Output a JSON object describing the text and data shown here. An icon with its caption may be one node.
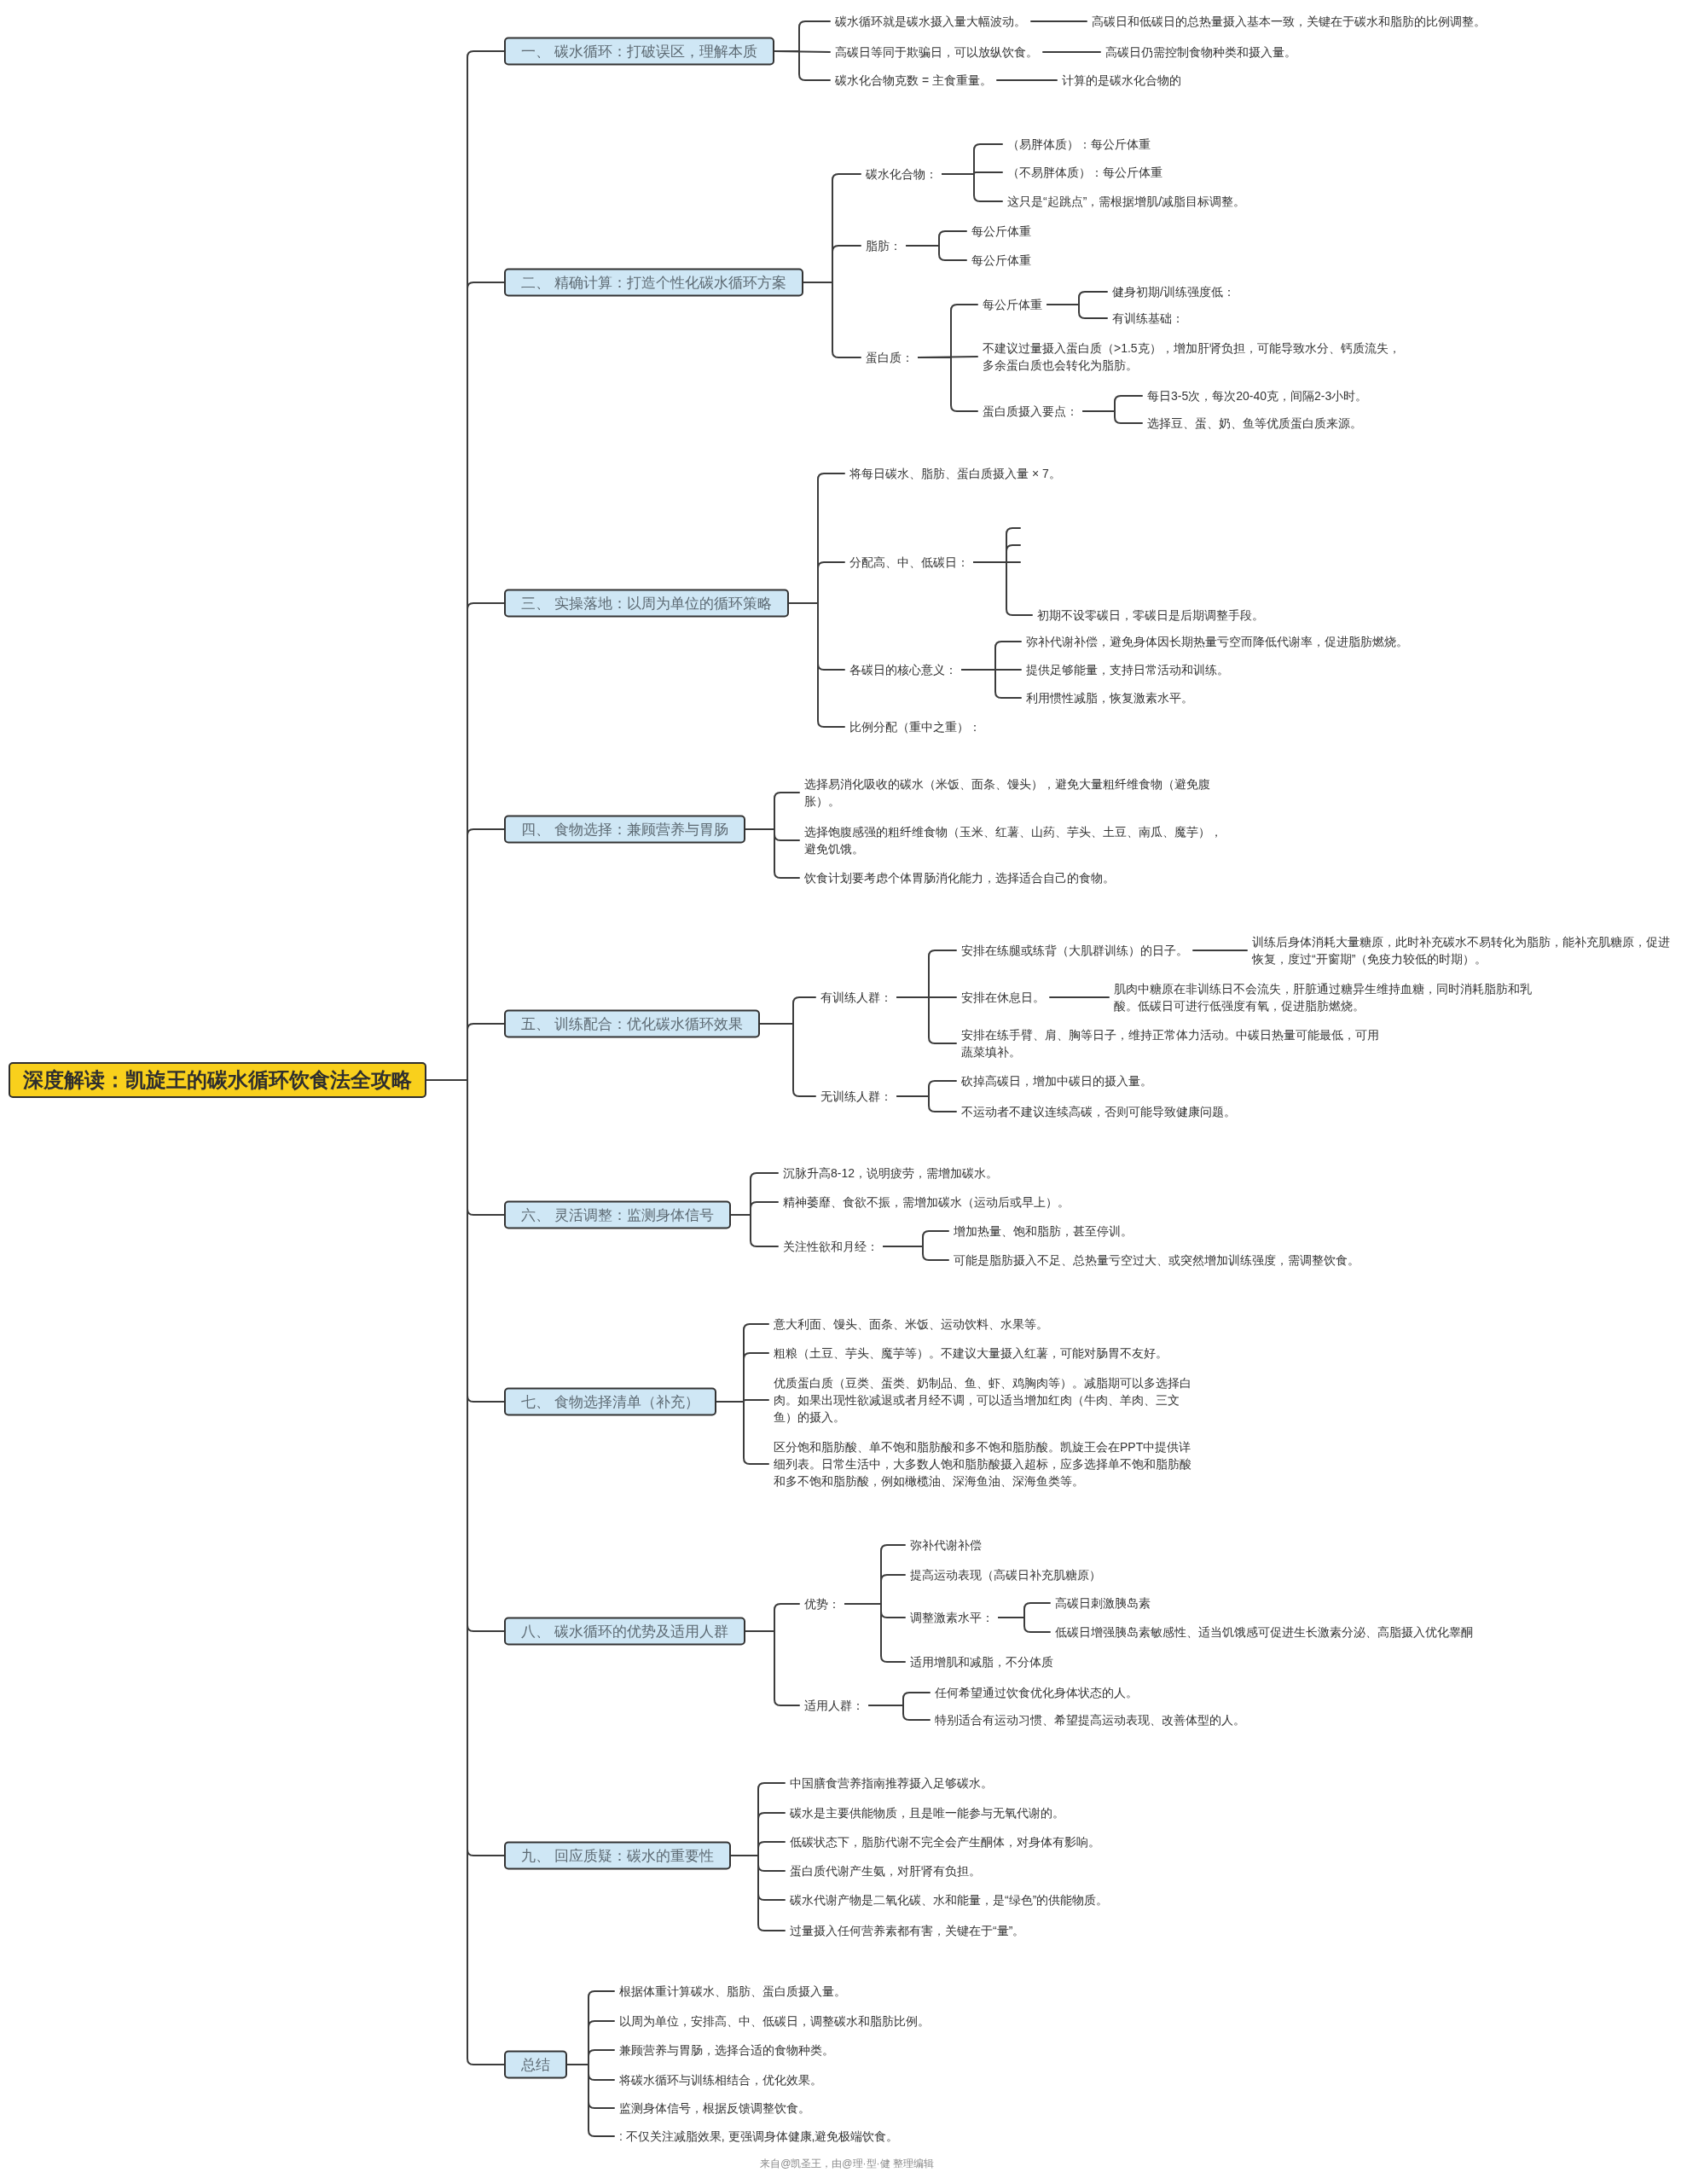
{
  "diagram": {
    "nodes": [
      {
        "text": [
          "深度解读：凯旋王的碳水循环饮食法全攻略"
        ]
      },
      {
        "text": [
          "一、 碳水循环：打破误区，理解本质"
        ]
      },
      {
        "text": [
          "碳水循环就是碳水摄入量大幅波动。"
        ]
      },
      {
        "text": [
          "高碳日和低碳日的总热量摄入基本一致，关键在于碳水和脂肪的比例调整。"
        ]
      },
      {
        "text": [
          "高碳日等同于欺骗日，可以放纵饮食。"
        ]
      },
      {
        "text": [
          "高碳日仍需控制食物种类和摄入量。"
        ]
      },
      {
        "text": [
          "碳水化合物克数 = 主食重量。"
        ]
      },
      {
        "text": [
          "计算的是碳水化合物的"
        ]
      },
      {
        "text": [
          "二、 精确计算：打造个性化碳水循环方案"
        ]
      },
      {
        "text": [
          "碳水化合物："
        ]
      },
      {
        "text": [
          "（易胖体质）：每公斤体重"
        ]
      },
      {
        "text": [
          "（不易胖体质）：每公斤体重"
        ]
      },
      {
        "text": [
          "这只是“起跳点”，需根据增肌/减脂目标调整。"
        ]
      },
      {
        "text": [
          "脂肪："
        ]
      },
      {
        "text": [
          "每公斤体重"
        ]
      },
      {
        "text": [
          "每公斤体重"
        ]
      },
      {
        "text": [
          "蛋白质："
        ]
      },
      {
        "text": [
          "每公斤体重"
        ]
      },
      {
        "text": [
          "健身初期/训练强度低："
        ]
      },
      {
        "text": [
          "有训练基础："
        ]
      },
      {
        "text": [
          "不建议过量摄入蛋白质（>1.5克），增加肝肾负担，可能导致水分、钙质流失，多余蛋白质也会转化为脂肪。"
        ]
      },
      {
        "text": [
          "蛋白质摄入要点："
        ]
      },
      {
        "text": [
          "每日3-5次，每次20-40克，间隔2-3小时。"
        ]
      },
      {
        "text": [
          "选择豆、蛋、奶、鱼等优质蛋白质来源。"
        ]
      },
      {
        "text": [
          "三、 实操落地：以周为单位的循环策略"
        ]
      },
      {
        "text": [
          "将每日碳水、脂肪、蛋白质摄入量 × 7。"
        ]
      },
      {
        "text": [
          "分配高、中、低碳日："
        ]
      },
      {
        "text": [
          "初期不设零碳日，零碳日是后期调整手段。"
        ]
      },
      {
        "text": [
          "各碳日的核心意义："
        ]
      },
      {
        "text": [
          "弥补代谢补偿，避免身体因长期热量亏空而降低代谢率，促进脂肪燃烧。"
        ]
      },
      {
        "text": [
          "提供足够能量，支持日常活动和训练。"
        ]
      },
      {
        "text": [
          "利用惯性减脂，恢复激素水平。"
        ]
      },
      {
        "text": [
          "比例分配（重中之重）："
        ]
      },
      {
        "text": [
          "四、 食物选择：兼顾营养与胃肠"
        ]
      },
      {
        "text": [
          "选择易消化吸收的碳水（米饭、面条、馒头），避免大量粗纤维食物（避免腹胀）。"
        ]
      },
      {
        "text": [
          "选择饱腹感强的粗纤维食物（玉米、红薯、山药、芋头、土豆、南瓜、魔芋），避免饥饿。"
        ]
      },
      {
        "text": [
          "饮食计划要考虑个体胃肠消化能力，选择适合自己的食物。"
        ]
      },
      {
        "text": [
          "五、 训练配合：优化碳水循环效果"
        ]
      },
      {
        "text": [
          "有训练人群："
        ]
      },
      {
        "text": [
          "安排在练腿或练背（大肌群训练）的日子。"
        ]
      },
      {
        "text": [
          "训练后身体消耗大量糖原，此时补充碳水不易转化为脂肪，能补充肌糖原，促进恢复，度过“开窗期”（免疫力较低的时期）。"
        ]
      },
      {
        "text": [
          "安排在休息日。"
        ]
      },
      {
        "text": [
          "肌肉中糖原在非训练日不会流失，肝脏通过糖异生维持血糖，同时消耗脂肪和乳酸。低碳日可进行低强度有氧，促进脂肪燃烧。"
        ]
      },
      {
        "text": [
          "安排在练手臂、肩、胸等日子，维持正常体力活动。中碳日热量可能最低，可用蔬菜填补。"
        ]
      },
      {
        "text": [
          "无训练人群："
        ]
      },
      {
        "text": [
          "砍掉高碳日，增加中碳日的摄入量。"
        ]
      },
      {
        "text": [
          "不运动者不建议连续高碳，否则可能导致健康问题。"
        ]
      },
      {
        "text": [
          "六、 灵活调整：监测身体信号"
        ]
      },
      {
        "text": [
          "沉脉升高8-12，说明疲劳，需增加碳水。"
        ]
      },
      {
        "text": [
          "精神萎靡、食欲不振，需增加碳水（运动后或早上）。"
        ]
      },
      {
        "text": [
          "关注性欲和月经："
        ]
      },
      {
        "text": [
          "增加热量、饱和脂肪，甚至停训。"
        ]
      },
      {
        "text": [
          "可能是脂肪摄入不足、总热量亏空过大、或突然增加训练强度，需调整饮食。"
        ]
      },
      {
        "text": [
          "七、 食物选择清单（补充）"
        ]
      },
      {
        "text": [
          "意大利面、馒头、面条、米饭、运动饮料、水果等。"
        ]
      },
      {
        "text": [
          "粗粮（土豆、芋头、魔芋等）。不建议大量摄入红薯，可能对肠胃不友好。"
        ]
      },
      {
        "text": [
          "优质蛋白质（豆类、蛋类、奶制品、鱼、虾、鸡胸肉等）。减脂期可以多选择白肉。如果出现性欲减退或者月经不调，可以适当增加红肉（牛肉、羊肉、三文鱼）的摄入。"
        ]
      },
      {
        "text": [
          "区分饱和脂肪酸、单不饱和脂肪酸和多不饱和脂肪酸。凯旋王会在PPT中提供详细列表。日常生活中，大多数人饱和脂肪酸摄入超标，应多选择单不饱和脂肪酸和多不饱和脂肪酸，例如橄榄油、深海鱼油、深海鱼类等。"
        ]
      },
      {
        "text": [
          "八、 碳水循环的优势及适用人群"
        ]
      },
      {
        "text": [
          "优势："
        ]
      },
      {
        "text": [
          "弥补代谢补偿"
        ]
      },
      {
        "text": [
          "提高运动表现（高碳日补充肌糖原）"
        ]
      },
      {
        "text": [
          "调整激素水平："
        ]
      },
      {
        "text": [
          "高碳日刺激胰岛素"
        ]
      },
      {
        "text": [
          "低碳日增强胰岛素敏感性、适当饥饿感可促进生长激素分泌、高脂摄入优化睾酮"
        ]
      },
      {
        "text": [
          "适用增肌和减脂，不分体质"
        ]
      },
      {
        "text": [
          "适用人群："
        ]
      },
      {
        "text": [
          "任何希望通过饮食优化身体状态的人。"
        ]
      },
      {
        "text": [
          "特别适合有运动习惯、希望提高运动表现、改善体型的人。"
        ]
      },
      {
        "text": [
          "九、 回应质疑：碳水的重要性"
        ]
      },
      {
        "text": [
          "中国膳食营养指南推荐摄入足够碳水。"
        ]
      },
      {
        "text": [
          "碳水是主要供能物质，且是唯一能参与无氧代谢的。"
        ]
      },
      {
        "text": [
          "低碳状态下，脂肪代谢不完全会产生酮体，对身体有影响。"
        ]
      },
      {
        "text": [
          "蛋白质代谢产生氨，对肝肾有负担。"
        ]
      },
      {
        "text": [
          "碳水代谢产物是二氧化碳、水和能量，是“绿色”的供能物质。"
        ]
      },
      {
        "text": [
          "过量摄入任何营养素都有害，关键在于“量”。"
        ]
      },
      {
        "text": [
          "总结"
        ]
      },
      {
        "text": [
          "根据体重计算碳水、脂肪、蛋白质摄入量。"
        ]
      },
      {
        "text": [
          "以周为单位，安排高、中、低碳日，调整碳水和脂肪比例。"
        ]
      },
      {
        "text": [
          "兼顾营养与胃肠，选择合适的食物种类。"
        ]
      },
      {
        "text": [
          "将碳水循环与训练相结合，优化效果。"
        ]
      },
      {
        "text": [
          "监测身体信号，根据反馈调整饮食。"
        ]
      },
      {
        "text": [
          ": 不仅关注减脂效果, 更强调身体健康,避免极端饮食。"
        ]
      }
    ],
    "edges": [
      {
        "from": 0,
        "to": 1,
        "arrow": "none"
      },
      {
        "from": 0,
        "to": 8,
        "arrow": "none"
      },
      {
        "from": 0,
        "to": 24,
        "arrow": "none"
      },
      {
        "from": 0,
        "to": 33,
        "arrow": "none"
      },
      {
        "from": 0,
        "to": 37,
        "arrow": "none"
      },
      {
        "from": 0,
        "to": 47,
        "arrow": "none"
      },
      {
        "from": 0,
        "to": 53,
        "arrow": "none"
      },
      {
        "from": 0,
        "to": 58,
        "arrow": "none"
      },
      {
        "from": 0,
        "to": 69,
        "arrow": "none"
      },
      {
        "from": 0,
        "to": 76,
        "arrow": "none"
      },
      {
        "from": 1,
        "to": 2,
        "arrow": "none"
      },
      {
        "from": 2,
        "to": 3,
        "arrow": "none"
      },
      {
        "from": 1,
        "to": 4,
        "arrow": "none"
      },
      {
        "from": 4,
        "to": 5,
        "arrow": "none"
      },
      {
        "from": 1,
        "to": 6,
        "arrow": "none"
      },
      {
        "from": 6,
        "to": 7,
        "arrow": "none"
      },
      {
        "from": 8,
        "to": 9,
        "arrow": "none"
      },
      {
        "from": 9,
        "to": 10,
        "arrow": "none"
      },
      {
        "from": 9,
        "to": 11,
        "arrow": "none"
      },
      {
        "from": 9,
        "to": 12,
        "arrow": "none"
      },
      {
        "from": 8,
        "to": 13,
        "arrow": "none"
      },
      {
        "from": 13,
        "to": 14,
        "arrow": "none"
      },
      {
        "from": 13,
        "to": 15,
        "arrow": "none"
      },
      {
        "from": 8,
        "to": 16,
        "arrow": "none"
      },
      {
        "from": 16,
        "to": 17,
        "arrow": "none"
      },
      {
        "from": 17,
        "to": 18,
        "arrow": "none"
      },
      {
        "from": 17,
        "to": 19,
        "arrow": "none"
      },
      {
        "from": 16,
        "to": 20,
        "arrow": "none"
      },
      {
        "from": 16,
        "to": 21,
        "arrow": "none"
      },
      {
        "from": 21,
        "to": 22,
        "arrow": "none"
      },
      {
        "from": 21,
        "to": 23,
        "arrow": "none"
      },
      {
        "from": 24,
        "to": 25,
        "arrow": "none"
      },
      {
        "from": 24,
        "to": 26,
        "arrow": "none"
      },
      {
        "from": 26,
        "to": null,
        "arrow": "none"
      },
      {
        "from": 26,
        "to": null,
        "arrow": "none"
      },
      {
        "from": 26,
        "to": null,
        "arrow": "none"
      },
      {
        "from": 26,
        "to": 27,
        "arrow": "none"
      },
      {
        "from": 24,
        "to": 28,
        "arrow": "none"
      },
      {
        "from": 28,
        "to": 29,
        "arrow": "none"
      },
      {
        "from": 28,
        "to": 30,
        "arrow": "none"
      },
      {
        "from": 28,
        "to": 31,
        "arrow": "none"
      },
      {
        "from": 24,
        "to": 32,
        "arrow": "none"
      },
      {
        "from": 33,
        "to": 34,
        "arrow": "none"
      },
      {
        "from": 33,
        "to": 35,
        "arrow": "none"
      },
      {
        "from": 33,
        "to": 36,
        "arrow": "none"
      },
      {
        "from": 37,
        "to": 38,
        "arrow": "none"
      },
      {
        "from": 38,
        "to": 39,
        "arrow": "none"
      },
      {
        "from": 39,
        "to": 40,
        "arrow": "none"
      },
      {
        "from": 38,
        "to": 41,
        "arrow": "none"
      },
      {
        "from": 41,
        "to": 42,
        "arrow": "none"
      },
      {
        "from": 38,
        "to": 43,
        "arrow": "none"
      },
      {
        "from": 37,
        "to": 44,
        "arrow": "none"
      },
      {
        "from": 44,
        "to": 45,
        "arrow": "none"
      },
      {
        "from": 44,
        "to": 46,
        "arrow": "none"
      },
      {
        "from": 47,
        "to": 48,
        "arrow": "none"
      },
      {
        "from": 47,
        "to": 49,
        "arrow": "none"
      },
      {
        "from": 47,
        "to": 50,
        "arrow": "none"
      },
      {
        "from": 50,
        "to": 51,
        "arrow": "none"
      },
      {
        "from": 50,
        "to": 52,
        "arrow": "none"
      },
      {
        "from": 53,
        "to": 54,
        "arrow": "none"
      },
      {
        "from": 53,
        "to": 55,
        "arrow": "none"
      },
      {
        "from": 53,
        "to": 56,
        "arrow": "none"
      },
      {
        "from": 53,
        "to": 57,
        "arrow": "none"
      },
      {
        "from": 58,
        "to": 59,
        "arrow": "none"
      },
      {
        "from": 59,
        "to": 60,
        "arrow": "none"
      },
      {
        "from": 59,
        "to": 61,
        "arrow": "none"
      },
      {
        "from": 59,
        "to": 62,
        "arrow": "none"
      },
      {
        "from": 62,
        "to": 63,
        "arrow": "none"
      },
      {
        "from": 62,
        "to": 64,
        "arrow": "none"
      },
      {
        "from": 59,
        "to": 65,
        "arrow": "none"
      },
      {
        "from": 58,
        "to": 66,
        "arrow": "none"
      },
      {
        "from": 66,
        "to": 67,
        "arrow": "none"
      },
      {
        "from": 66,
        "to": 68,
        "arrow": "none"
      },
      {
        "from": 69,
        "to": 70,
        "arrow": "none"
      },
      {
        "from": 69,
        "to": 71,
        "arrow": "none"
      },
      {
        "from": 69,
        "to": 72,
        "arrow": "none"
      },
      {
        "from": 69,
        "to": 73,
        "arrow": "none"
      },
      {
        "from": 69,
        "to": 74,
        "arrow": "none"
      },
      {
        "from": 69,
        "to": 75,
        "arrow": "none"
      },
      {
        "from": 76,
        "to": 77,
        "arrow": "none"
      },
      {
        "from": 76,
        "to": 78,
        "arrow": "none"
      },
      {
        "from": 76,
        "to": 79,
        "arrow": "none"
      },
      {
        "from": 76,
        "to": 80,
        "arrow": "none"
      },
      {
        "from": 76,
        "to": 81,
        "arrow": "none"
      },
      {
        "from": 76,
        "to": 82,
        "arrow": "none"
      }
    ],
    "caption": "来自@凯圣王，由@理·型·健 整理编辑"
  }
}
